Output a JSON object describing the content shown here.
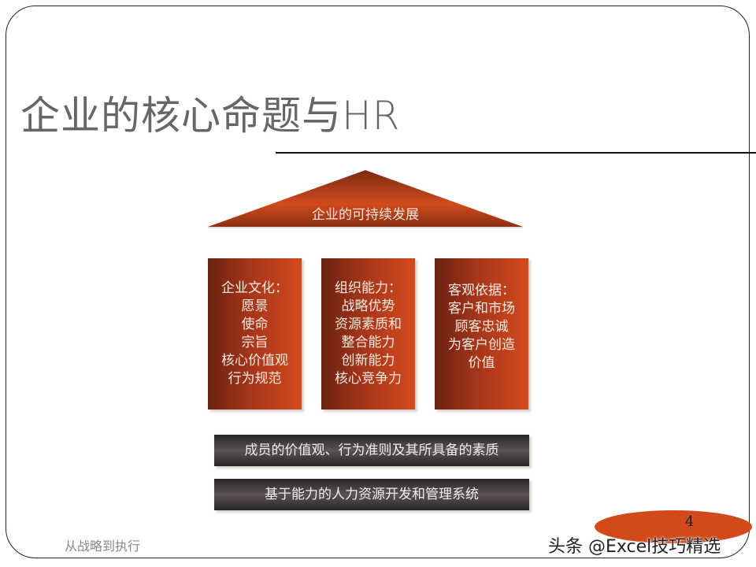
{
  "slide": {
    "title": "企业的核心命题与HR",
    "roof_label": "企业的可持续发展",
    "pillars": [
      {
        "lines": [
          "企业文化：",
          "愿景",
          "使命",
          "宗旨",
          "核心价值观",
          "行为规范"
        ]
      },
      {
        "lines": [
          "组织能力：",
          "战略优势",
          "资源素质和",
          "整合能力",
          "创新能力",
          "核心竞争力"
        ]
      },
      {
        "lines": [
          "客观依据：",
          "客户和市场",
          "顾客忠诚",
          "为客户创造",
          "价值"
        ]
      }
    ],
    "foundation": [
      "成员的价值观、行为准则及其所具备的素质",
      "基于能力的人力资源开发和管理系统"
    ],
    "footer_left": "从战略到执行",
    "page_number": "4",
    "watermark": "头条 @Excel技巧精选"
  },
  "colors": {
    "accent": "#d24a1c",
    "pillar_dark": "#6a2110",
    "bar_dark": "#2b2626",
    "title": "#666666"
  }
}
